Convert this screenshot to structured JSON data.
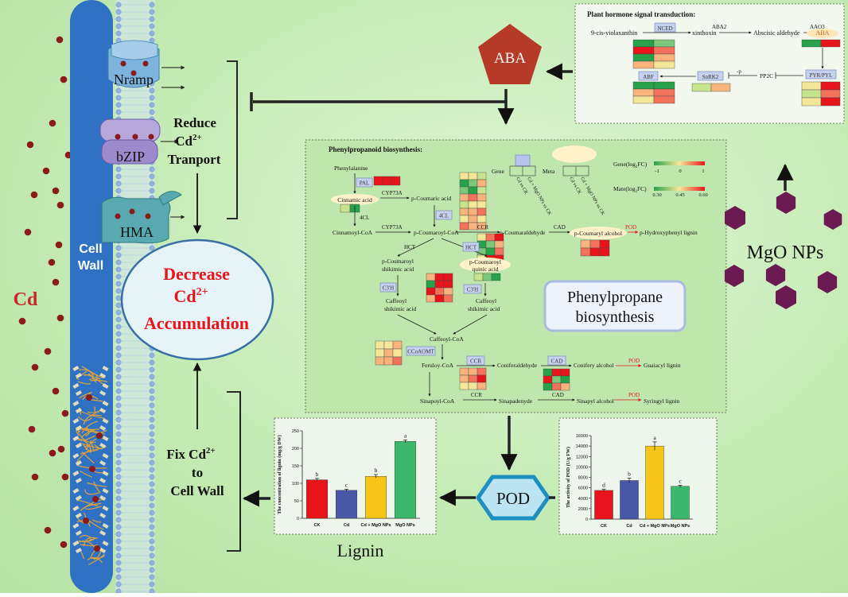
{
  "labels": {
    "cd": "Cd",
    "cell_wall_1": "Cell",
    "cell_wall_2": "Wall",
    "nramp": "Nramp",
    "bzip": "bZIP",
    "hma": "HMA",
    "reduce_1": "Reduce",
    "reduce_2": "Cd",
    "reduce_3": "Tranport",
    "decrease_1": "Decrease",
    "decrease_2": "Cd",
    "decrease_3": "Accumulation",
    "fix_1": "Fix Cd",
    "fix_2": "to",
    "fix_3": "Cell Wall",
    "charge": "2+",
    "aba": "ABA",
    "mgo": "MgO NPs",
    "pod": "POD",
    "lignin": "Lignin",
    "phenyl_box_1": "Phenylpropane",
    "phenyl_box_2": "biosynthesis"
  },
  "hormone": {
    "title": "Plant hormone signal transduction:",
    "cis": "9-cis-violaxanthin",
    "nced": "NCED",
    "xin": "xinthoxin",
    "aba2": "ABA2",
    "ald": "Abscisic aldehyde",
    "aao3": "AAO3",
    "aba": "ABA",
    "pyr": "PYR/PYL",
    "pp2c": "PP2C",
    "p": "-p",
    "snrk": "SnRK2",
    "abf": "ABF"
  },
  "pathway": {
    "title": "Phenylpropanoid biosynthesis:",
    "phenylalanine": "Phenylalanine",
    "pal": "PAL",
    "cinnamic": "Cinnamic acid",
    "cyp1": "CYP73A",
    "pcoumaric": "p-Coumaric acid",
    "c4l_1": "4CL",
    "c4l_2": "4CL",
    "cinnamoyl": "Cinnamoyl-CoA",
    "cyp2": "CYP73A",
    "pcoumaroyl": "p-Coumaroyl-CoA",
    "ccr_1": "CCR",
    "coumaraldehyde": "p-Coumaraldehyde",
    "cad_1": "CAD",
    "coumaryl": "p-Coumaryl alcohol",
    "pod_1": "POD",
    "phydroxy": "p-Hydroxyphenyl lignin",
    "hct_1": "HCT",
    "hct_2": "HCT",
    "shik1_a": "p-Coumaroyl",
    "shik1_b": "shikimic acid",
    "quinic_a": "p-Coumaroyl",
    "quinic_b": "quinic acid",
    "c3h_1": "C3'H",
    "c3h_2": "C3'H",
    "caf_shik_a": "Caffeoyl",
    "caf_shik_b": "shikimic acid",
    "caf_shik2_a": "Caffeoyl",
    "caf_shik2_b": "shikimic acid",
    "caffeoylcoa": "Caffeoyl-CoA",
    "ccoaomt": "CCoAOMT",
    "feruloy": "Feruloy-CoA",
    "ccr_2": "CCR",
    "conifer_ald": "Coniferaldehyde",
    "cad_2": "CAD",
    "conifer_alc": "Conifery alcohol",
    "pod_2": "POD",
    "guaiacyl": "Guaiacyl lignin",
    "sinapoyl": "Sinapoyl-CoA",
    "ccr_3": "CCR",
    "sinapadenyde": "Sinapadenyde",
    "cad_3": "CAD",
    "sinapyl": "Sinapyl alcohol",
    "pod_3": "POD",
    "syringyl": "Syringyl lignin",
    "gene": "Gene",
    "meta": "Meta",
    "cmp1": "Cd vs CK",
    "cmp2": "Cd + MgO NPs vs CK",
    "cmp3": "Cd + MgO NPs vs CK",
    "cmp4": "Cd vs CK",
    "gene_legend": "Gene(log",
    "gene_legend_end": "FC)",
    "mate_legend": "Mate(log",
    "mate_legend_end": "FC)",
    "sub2": "2",
    "gene_ticks": [
      "-1",
      "0",
      "1"
    ],
    "mate_ticks": [
      "0.30",
      "0.45",
      "0.60"
    ]
  },
  "chart_data": [
    {
      "type": "bar",
      "categories": [
        "CK",
        "Cd",
        "Cd + MgO NPs",
        "MgO NPs"
      ],
      "values": [
        110,
        80,
        120,
        220
      ],
      "errors": [
        4,
        3,
        5,
        4
      ],
      "letters": [
        "b",
        "c",
        "b",
        "a"
      ],
      "ylabel": "The concentration of lignin (mg/g DW)",
      "ylim": [
        0,
        250
      ],
      "yticks": [
        "0",
        "50",
        "100",
        "150",
        "200",
        "250"
      ],
      "colors": [
        "#e8141b",
        "#4858a6",
        "#f5c518",
        "#3bb86a"
      ]
    },
    {
      "type": "bar",
      "categories": [
        "CK",
        "Cd",
        "Cd + MgO NPs",
        "MgO NPs"
      ],
      "values": [
        5500,
        7400,
        14000,
        6300
      ],
      "errors": [
        250,
        450,
        800,
        200
      ],
      "letters": [
        "d",
        "b",
        "a",
        "c"
      ],
      "ylabel": "The activity of POD (U/g FW)",
      "ylim": [
        0,
        16000
      ],
      "yticks": [
        "0",
        "2000",
        "4000",
        "6000",
        "8000",
        "10000",
        "12000",
        "14000",
        "16000"
      ],
      "colors": [
        "#e8141b",
        "#4858a6",
        "#f5c518",
        "#3bb86a"
      ]
    }
  ],
  "colors": {
    "cell_wall": "#2f72c4",
    "cd_dot": "#8b1a1a",
    "aba": "#b53a28",
    "mgo": "#6b1b52",
    "pod": "#33a9d6",
    "red_text": "#e8141b",
    "heat": [
      "#e8141b",
      "#f2725b",
      "#f9b37d",
      "#f5e79a",
      "#c7e38e",
      "#7cc87a",
      "#27a24a"
    ]
  }
}
